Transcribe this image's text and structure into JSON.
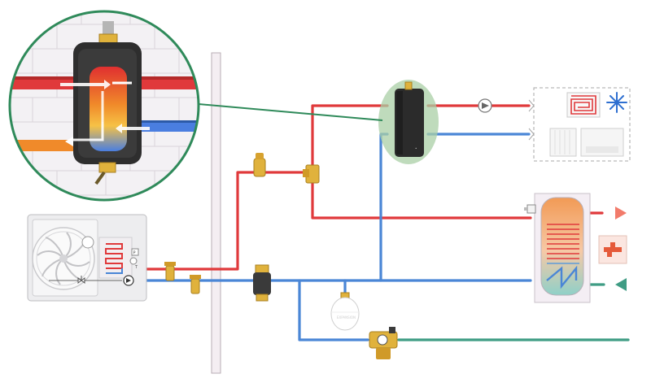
{
  "diagram": {
    "kind": "heat-pump hydraulic schematic",
    "colors": {
      "supply": "#e0393b",
      "return": "#4a86d6",
      "cold_water": "#3f9c84",
      "separator_highlight": "#a9cfa6",
      "callout_ring": "#2f8a5a",
      "wall": "#f4eef2",
      "brick": "#e9e5ea",
      "separator_body": "#2b2b2b",
      "brass": "#e0b23c",
      "tank_hot": "#f2a15a",
      "tank_cold": "#8fd0c8"
    },
    "components": [
      {
        "id": "heat-pump",
        "icon": "heat-pump-unit-icon"
      },
      {
        "id": "hydraulic-separator",
        "icon": "hydraulic-separator-icon"
      },
      {
        "id": "separator-zoom",
        "icon": "magnifier-callout-icon"
      },
      {
        "id": "underfloor-heating",
        "icon": "underfloor-coil-icon"
      },
      {
        "id": "cooling",
        "icon": "snowflake-icon"
      },
      {
        "id": "radiator",
        "icon": "radiator-icon"
      },
      {
        "id": "fan-coil",
        "icon": "fan-coil-icon"
      },
      {
        "id": "hot-water-cylinder",
        "icon": "dhw-cylinder-icon"
      },
      {
        "id": "tap",
        "icon": "tap-icon"
      },
      {
        "id": "expansion-vessel",
        "icon": "expansion-vessel-icon"
      },
      {
        "id": "dirt-separator",
        "icon": "magnetic-filter-icon"
      },
      {
        "id": "three-way-valve",
        "icon": "diverter-valve-icon"
      },
      {
        "id": "safety-group",
        "icon": "safety-valve-icon"
      },
      {
        "id": "circulator",
        "icon": "pump-icon"
      }
    ],
    "small_labels": {
      "expansion_brand": "EXPANSION",
      "pump_t": "T",
      "pump_p": "P"
    }
  }
}
